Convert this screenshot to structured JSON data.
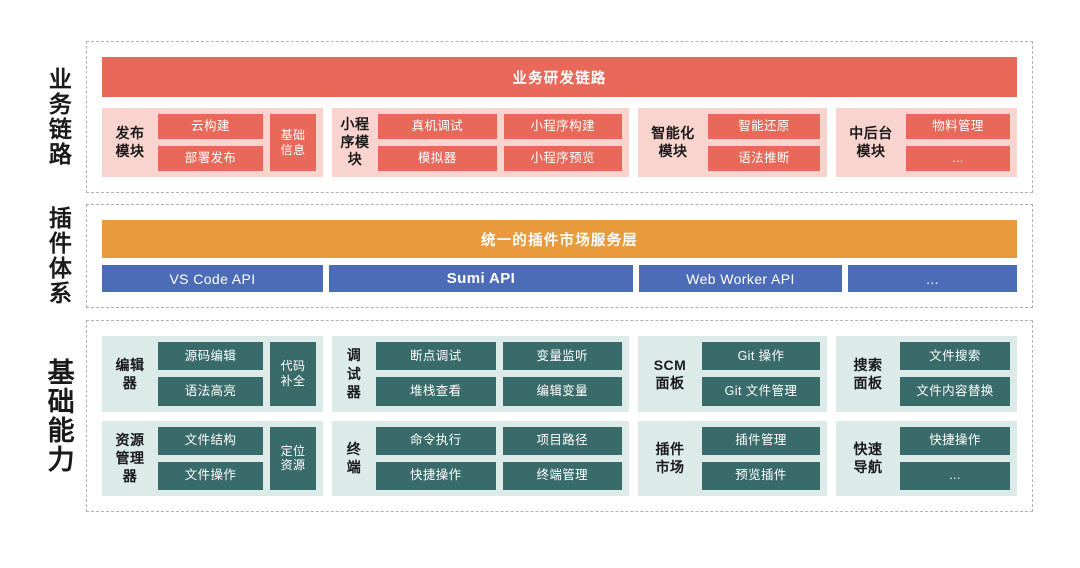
{
  "colors": {
    "red_solid": "#E8685A",
    "red_light": "#F9D4CF",
    "orange": "#E89A3C",
    "blue": "#4C6CB8",
    "teal_solid": "#3A6B6B",
    "teal_light": "#DCEAE8",
    "dashed_border": "#b3b3b3"
  },
  "sections": {
    "business": {
      "side_label": "业务链路",
      "hero": "业务研发链路",
      "modules": [
        {
          "name": "发布\n模块",
          "columns": [
            [
              "云构建",
              "部署发布"
            ]
          ],
          "side_cell": "基础\n信息"
        },
        {
          "name": "小程\n序模\n块",
          "columns": [
            [
              "真机调试",
              "模拟器"
            ],
            [
              "小程序构建",
              "小程序预览"
            ]
          ],
          "side_cell": ""
        },
        {
          "name": "智能化\n模块",
          "columns": [
            [
              "智能还原",
              "语法推断"
            ]
          ],
          "side_cell": ""
        },
        {
          "name": "中后台\n模块",
          "columns": [
            [
              "物料管理",
              "..."
            ]
          ],
          "side_cell": ""
        }
      ]
    },
    "plugin": {
      "side_label": "插件体系",
      "service_bar": "统一的插件市场服务层",
      "apis": [
        "VS Code API",
        "Sumi API",
        "Web Worker API",
        "..."
      ]
    },
    "base": {
      "side_label": "基础能力",
      "columns": [
        [
          {
            "name": "编辑\n器",
            "items": [
              "源码编辑",
              "语法高亮"
            ],
            "side_cell": "代码\n补全"
          },
          {
            "name": "资源\n管理\n器",
            "items": [
              "文件结构",
              "文件操作"
            ],
            "side_cell": "定位\n资源"
          }
        ],
        [
          {
            "name": "调\n试\n器",
            "items": [
              "断点调试",
              "堆栈查看",
              "变量监听",
              "编辑变量"
            ],
            "side_cell": ""
          },
          {
            "name": "终\n端",
            "items": [
              "命令执行",
              "快捷操作",
              "项目路径",
              "终端管理"
            ],
            "side_cell": ""
          }
        ],
        [
          {
            "name": "SCM\n面板",
            "items": [
              "Git 操作",
              "Git 文件管理"
            ],
            "side_cell": ""
          },
          {
            "name": "插件\n市场",
            "items": [
              "插件管理",
              "预览插件"
            ],
            "side_cell": ""
          }
        ],
        [
          {
            "name": "搜索\n面板",
            "items": [
              "文件搜索",
              "文件内容替换"
            ],
            "side_cell": ""
          },
          {
            "name": "快速\n导航",
            "items": [
              "快捷操作",
              "..."
            ],
            "side_cell": ""
          }
        ]
      ]
    }
  }
}
